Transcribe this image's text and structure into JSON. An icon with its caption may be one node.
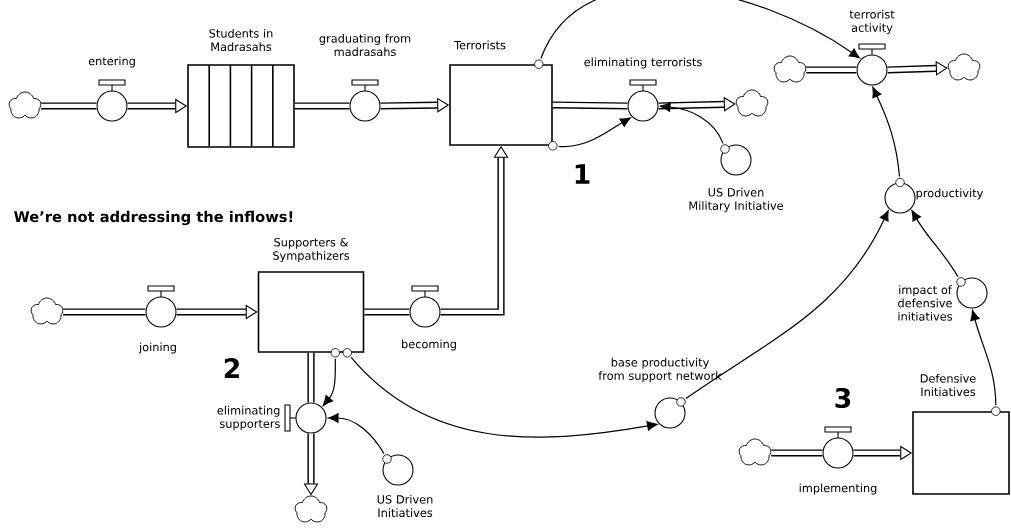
{
  "diagram": {
    "nodes": [
      {
        "text": [
          "Students in Madrasahs"
        ]
      },
      {
        "text": [],
        "shape": "cloud"
      },
      {
        "text": [
          "entering"
        ]
      },
      {
        "text": [
          "graduating from madrasahs"
        ]
      },
      {
        "text": [
          "Terrorists"
        ]
      },
      {
        "text": [
          "eliminating terrorists"
        ]
      },
      {
        "text": [],
        "shape": "cloud"
      },
      {
        "text": [
          "US Driven Military Initiative"
        ]
      },
      {
        "text": [],
        "shape": "cloud"
      },
      {
        "text": [
          "terrorist activity"
        ]
      },
      {
        "text": [],
        "shape": "cloud"
      },
      {
        "text": [
          "productivity"
        ]
      },
      {
        "text": [
          "impact of defensive initiatives"
        ]
      },
      {
        "text": [
          "Defensive Initiatives"
        ]
      },
      {
        "text": [],
        "shape": "cloud"
      },
      {
        "text": [
          "implementing"
        ]
      },
      {
        "text": [
          "base productivity from support network"
        ]
      },
      {
        "text": [
          "Supporters & Sympathizers"
        ]
      },
      {
        "text": [],
        "shape": "cloud"
      },
      {
        "text": [
          "joining"
        ]
      },
      {
        "text": [
          "becoming"
        ]
      },
      {
        "text": [
          "eliminating supporters"
        ]
      },
      {
        "text": [],
        "shape": "cloud"
      },
      {
        "text": [
          "US Driven Initiatives"
        ]
      }
    ],
    "edges": [
      {
        "from": 1,
        "to": 2,
        "arrow": "none"
      },
      {
        "from": 2,
        "to": 0,
        "arrow": "to"
      },
      {
        "from": 0,
        "to": 3,
        "arrow": "none"
      },
      {
        "from": 3,
        "to": 4,
        "arrow": "to"
      },
      {
        "from": 4,
        "to": 5,
        "arrow": "none"
      },
      {
        "from": 5,
        "to": 6,
        "arrow": "to"
      },
      {
        "from": 8,
        "to": 9,
        "arrow": "none"
      },
      {
        "from": 9,
        "to": 10,
        "arrow": "to"
      },
      {
        "from": 18,
        "to": 19,
        "arrow": "none"
      },
      {
        "from": 19,
        "to": 17,
        "arrow": "to"
      },
      {
        "from": 17,
        "to": 20,
        "arrow": "none"
      },
      {
        "from": 20,
        "to": 4,
        "arrow": "to"
      },
      {
        "from": 17,
        "to": 21,
        "arrow": "none"
      },
      {
        "from": 21,
        "to": 22,
        "arrow": "to"
      },
      {
        "from": 14,
        "to": 15,
        "arrow": "none"
      },
      {
        "from": 15,
        "to": 13,
        "arrow": "to"
      },
      {
        "from": 4,
        "to": 9,
        "arrow": "to"
      },
      {
        "from": 4,
        "to": 5,
        "arrow": "to"
      },
      {
        "from": 7,
        "to": 5,
        "arrow": "to"
      },
      {
        "from": 11,
        "to": 9,
        "arrow": "to"
      },
      {
        "from": 16,
        "to": 11,
        "arrow": "to"
      },
      {
        "from": 12,
        "to": 11,
        "arrow": "to"
      },
      {
        "from": 13,
        "to": 12,
        "arrow": "to"
      },
      {
        "from": 17,
        "to": 21,
        "arrow": "to"
      },
      {
        "from": 17,
        "to": 16,
        "arrow": "to"
      },
      {
        "from": 23,
        "to": 21,
        "arrow": "to"
      }
    ],
    "labels": [
      "We’re not addressing the inflows!",
      "1",
      "2",
      "3"
    ]
  }
}
